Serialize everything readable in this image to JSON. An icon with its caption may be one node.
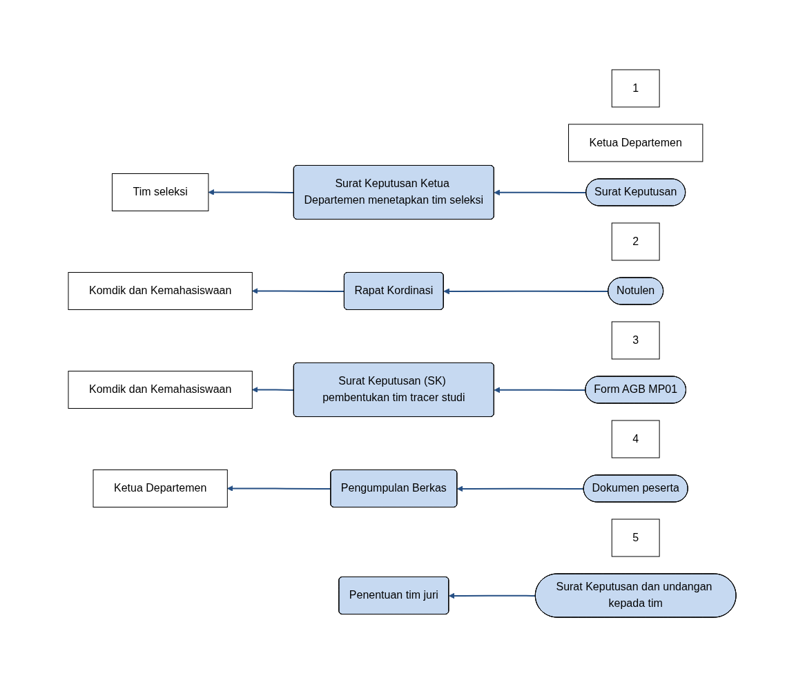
{
  "diagram": {
    "nodes": [
      {
        "text": [
          "1"
        ]
      },
      {
        "text": [
          "Ketua Departemen"
        ]
      },
      {
        "text": [
          "Surat Keputusan Ketua Departemen menetapkan tim seleksi"
        ]
      },
      {
        "text": [
          "Surat Keputusan"
        ]
      },
      {
        "text": [
          "2"
        ]
      },
      {
        "text": [
          "Tim seleksi"
        ]
      },
      {
        "text": [
          "Rapat Kordinasi"
        ]
      },
      {
        "text": [
          "Notulen"
        ]
      },
      {
        "text": [
          "3"
        ]
      },
      {
        "text": [
          "Komdik dan Kemahasiswaan"
        ]
      },
      {
        "text": [
          "Surat Keputusan (SK) pembentukan tim tracer studi"
        ]
      },
      {
        "text": [
          "Form AGB MP01"
        ]
      },
      {
        "text": [
          "4"
        ]
      },
      {
        "text": [
          "Komdik dan Kemahasiswaan"
        ]
      },
      {
        "text": [
          "Pengumpulan Berkas"
        ]
      },
      {
        "text": [
          "Dokumen peserta"
        ]
      },
      {
        "text": [
          "5"
        ]
      },
      {
        "text": [
          "Ketua Departemen"
        ]
      },
      {
        "text": [
          "Penentuan tim juri"
        ]
      },
      {
        "text": [
          "Surat Keputusan dan undangan kepada tim"
        ]
      }
    ],
    "edges": [
      {
        "from": 3,
        "to": 2,
        "arrow": "to"
      },
      {
        "from": 2,
        "to": 5,
        "arrow": "to"
      },
      {
        "from": 7,
        "to": 6,
        "arrow": "to"
      },
      {
        "from": 6,
        "to": 9,
        "arrow": "to"
      },
      {
        "from": 11,
        "to": 10,
        "arrow": "to"
      },
      {
        "from": 10,
        "to": 13,
        "arrow": "to"
      },
      {
        "from": 15,
        "to": 14,
        "arrow": "to"
      },
      {
        "from": 14,
        "to": 17,
        "arrow": "to"
      },
      {
        "from": 19,
        "to": 18,
        "arrow": "to"
      }
    ]
  }
}
